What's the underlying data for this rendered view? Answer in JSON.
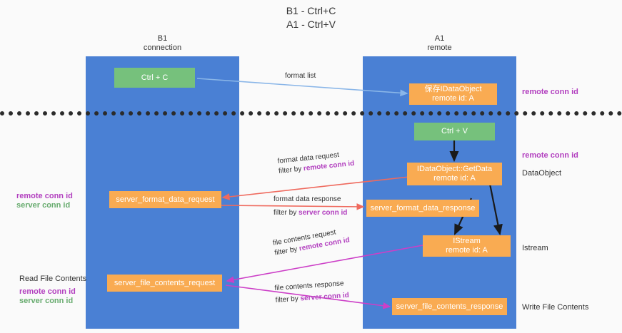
{
  "title": {
    "line1": "B1 - Ctrl+C",
    "line2": "A1 - Ctrl+V"
  },
  "lanes": [
    {
      "id": "b1",
      "name": "B1",
      "role": "connection"
    },
    {
      "id": "a1",
      "name": "A1",
      "role": "remote"
    }
  ],
  "nodes": {
    "ctrl_c": {
      "label": "Ctrl + C",
      "sub": ""
    },
    "save_idataobject": {
      "label": "保存IDataObject",
      "sub": "remote id: A"
    },
    "ctrl_v": {
      "label": "Ctrl + V",
      "sub": ""
    },
    "getdata": {
      "label": "IDataObject::GetData",
      "sub": "remote id: A"
    },
    "fmt_req": {
      "label": "server_format_data_request",
      "sub": ""
    },
    "fmt_resp": {
      "label": "server_format_data_response",
      "sub": ""
    },
    "istream": {
      "label": "IStream",
      "sub": "remote id: A"
    },
    "file_req": {
      "label": "server_file_contents_request",
      "sub": ""
    },
    "file_resp": {
      "label": "server_file_contents_response",
      "sub": ""
    }
  },
  "edge_labels": {
    "format_list": {
      "line1": "format list",
      "line2_prefix": "",
      "line2_key": ""
    },
    "format_data_req": {
      "line1": "format data request",
      "line2_prefix": "filter by ",
      "line2_key": "remote conn id"
    },
    "format_data_resp": {
      "line1": "format data response",
      "line2_prefix": "filter by ",
      "line2_key": "server conn id"
    },
    "file_contents_req": {
      "line1": "file contents request",
      "line2_prefix": "filter by ",
      "line2_key": "remote conn id"
    },
    "file_contents_resp": {
      "line1": "file contents response",
      "line2_prefix": "filter by ",
      "line2_key": "server conn id"
    }
  },
  "annotations": {
    "right_remote_conn_top": "remote conn id",
    "right_remote_conn_mid": "remote conn id",
    "right_dataobject": "DataObject",
    "right_istream": "Istream",
    "right_write_file_contents": "Write File Contents",
    "left_mid_remote": "remote conn id",
    "left_mid_server": "server conn id",
    "left_read_file_contents": "Read File Contents",
    "left_bottom_remote": "remote conn id",
    "left_bottom_server": "server conn id"
  },
  "colors": {
    "lane": "#4a80d4",
    "green_node": "#76c17c",
    "orange_node": "#f9ab52",
    "purple": "#b23fbf",
    "green_text": "#67ab6e",
    "arrow_blue": "#8ab6e8",
    "arrow_black": "#1a1a1a",
    "arrow_red": "#ef6a5e",
    "arrow_magenta": "#cc3fc7",
    "background": "#fafafa"
  }
}
